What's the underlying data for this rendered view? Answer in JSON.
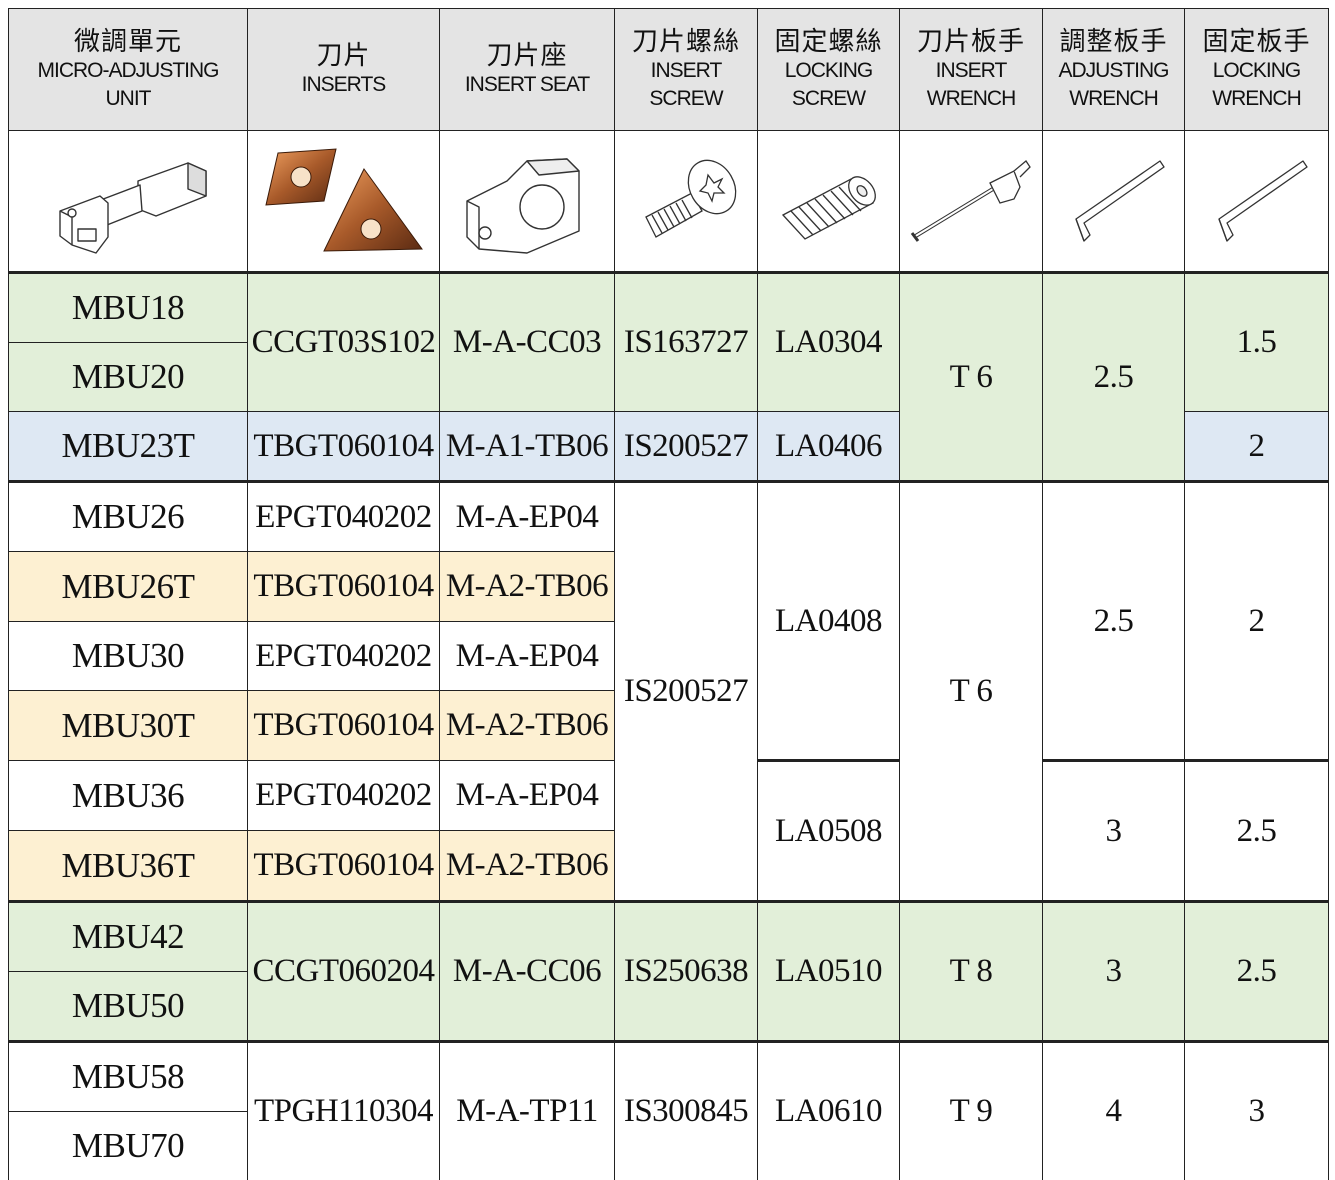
{
  "header": [
    {
      "zh": "微調單元",
      "en": [
        "MICRO-ADJUSTING",
        "UNIT"
      ]
    },
    {
      "zh": "刀片",
      "en": [
        "INSERTS"
      ]
    },
    {
      "zh": "刀片座",
      "en": [
        "INSERT SEAT"
      ]
    },
    {
      "zh": "刀片螺絲",
      "en": [
        "INSERT",
        "SCREW"
      ]
    },
    {
      "zh": "固定螺絲",
      "en": [
        "LOCKING",
        "SCREW"
      ]
    },
    {
      "zh": "刀片板手",
      "en": [
        "INSERT",
        "WRENCH"
      ]
    },
    {
      "zh": "調整板手",
      "en": [
        "ADJUSTING",
        "WRENCH"
      ]
    },
    {
      "zh": "固定板手",
      "en": [
        "LOCKING",
        "WRENCH"
      ]
    }
  ],
  "images": [
    "micro-adjusting-unit-drawing",
    "inserts-photo",
    "insert-seat-drawing",
    "insert-screw-drawing",
    "locking-screw-drawing",
    "torx-wrench-drawing",
    "hex-key-drawing",
    "hex-key-drawing"
  ],
  "colors": {
    "green": "#e2efd9",
    "blue": "#dee8f3",
    "yellow": "#fdf0d2",
    "header": "#e4e4e4"
  },
  "groups": {
    "g1": {
      "units": [
        "MBU18",
        "MBU20"
      ],
      "insert": "CCGT03S102",
      "seat": "M-A-CC03",
      "insert_screw": "IS163727",
      "locking_screw": "LA0304",
      "insert_wrench": "T 6",
      "adjusting_wrench": "2.5",
      "locking_wrench": "1.5"
    },
    "g2": {
      "unit": "MBU23T",
      "insert": "TBGT060104",
      "seat": "M-A1-TB06",
      "insert_screw": "IS200527",
      "locking_screw": "LA0406",
      "locking_wrench": "2"
    },
    "g3": {
      "rows": [
        {
          "unit": "MBU26",
          "insert": "EPGT040202",
          "seat": "M-A-EP04"
        },
        {
          "unit": "MBU26T",
          "insert": "TBGT060104",
          "seat": "M-A2-TB06"
        },
        {
          "unit": "MBU30",
          "insert": "EPGT040202",
          "seat": "M-A-EP04"
        },
        {
          "unit": "MBU30T",
          "insert": "TBGT060104",
          "seat": "M-A2-TB06"
        },
        {
          "unit": "MBU36",
          "insert": "EPGT040202",
          "seat": "M-A-EP04"
        },
        {
          "unit": "MBU36T",
          "insert": "TBGT060104",
          "seat": "M-A2-TB06"
        }
      ],
      "insert_screw": "IS200527",
      "locking_screw_a": "LA0408",
      "locking_screw_b": "LA0508",
      "insert_wrench": "T 6",
      "adjusting_wrench_a": "2.5",
      "adjusting_wrench_b": "3",
      "locking_wrench_a": "2",
      "locking_wrench_b": "2.5"
    },
    "g4": {
      "units": [
        "MBU42",
        "MBU50"
      ],
      "insert": "CCGT060204",
      "seat": "M-A-CC06",
      "insert_screw": "IS250638",
      "locking_screw": "LA0510",
      "insert_wrench": "T 8",
      "adjusting_wrench": "3",
      "locking_wrench": "2.5"
    },
    "g5": {
      "units": [
        "MBU58",
        "MBU70"
      ],
      "insert": "TPGH110304",
      "seat": "M-A-TP11",
      "insert_screw": "IS300845",
      "locking_screw": "LA0610",
      "insert_wrench": "T 9",
      "adjusting_wrench": "4",
      "locking_wrench": "3"
    }
  }
}
